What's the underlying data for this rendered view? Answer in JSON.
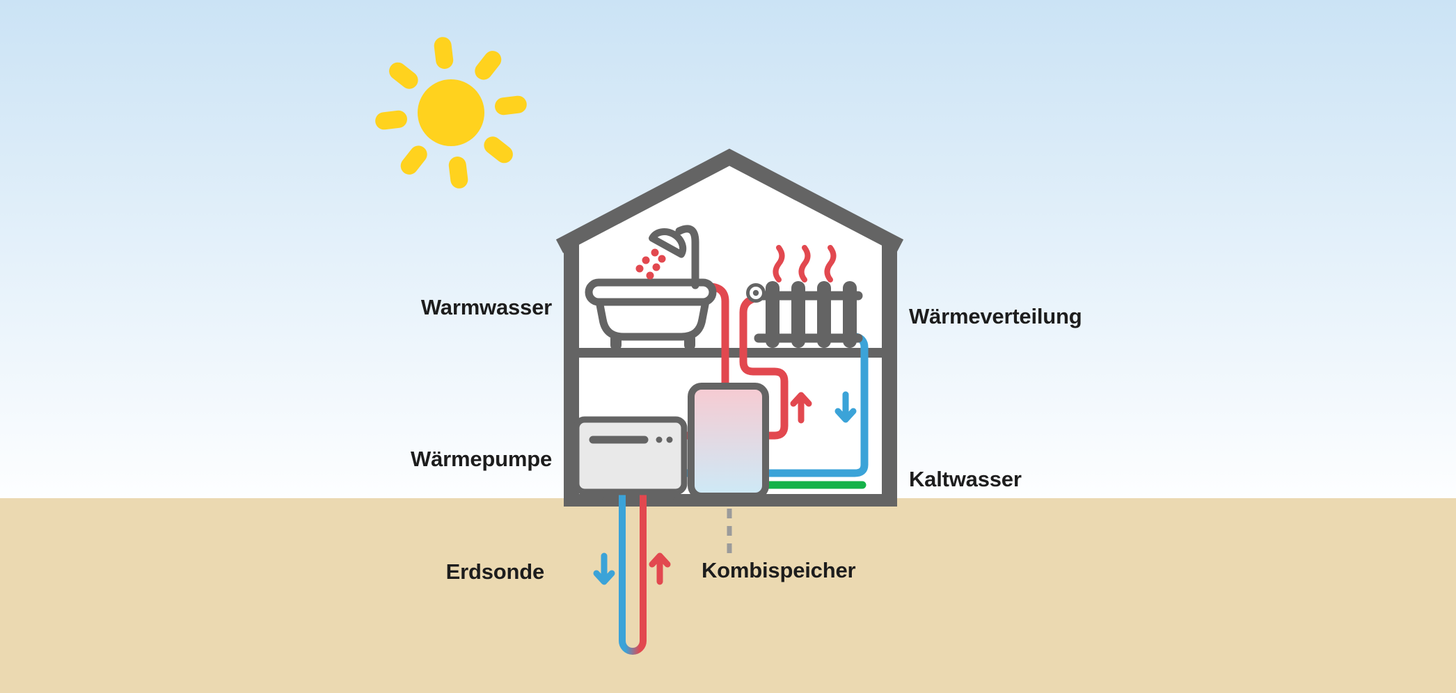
{
  "diagram": {
    "labels": {
      "warm_water": "Warmwasser",
      "heat_distribution": "Wärmeverteilung",
      "heat_pump": "Wärmepumpe",
      "cold_water": "Kaltwasser",
      "ground_probe": "Erdsonde",
      "combi_storage": "Kombispeicher"
    },
    "colors": {
      "hot": "#e2484f",
      "cold": "#3ba3d8",
      "fresh": "#15b249",
      "outline": "#646464",
      "sun": "#ffd21e",
      "sky_top": "#cbe3f5",
      "sky_bottom": "#fdfeff",
      "ground": "#ebd9b1",
      "tank_warm": "#f5ccd3",
      "tank_cool": "#cfe8f5",
      "device_fill": "#e9e9e9",
      "label_text": "#1d1d1d",
      "dashed_connector": "#9b9b9b",
      "house_fill": "#ffffff"
    },
    "icons": {
      "sun-icon": "yellow disc with 8 rounded rays",
      "house-icon": "gray outlined two-storey house with gable roof",
      "bathtub-icon": "outlined bathtub with feet",
      "shower-icon": "tilted shower head with red spray drops",
      "radiator-icon": "four-column radiator with thermostat valve",
      "heat-waves-icon": "three red wavy heat lines",
      "heat-pump-icon": "gray appliance box with vent slot and two dots",
      "storage-tank-icon": "rounded tank with warm-to-cool gradient",
      "up-arrow-icon": "red upward flow arrow",
      "down-arrow-icon": "blue downward flow arrow",
      "ground-probe-icon": "blue/red U-shaped borehole pipe",
      "dashed-connector": "gray dashed leader line"
    }
  }
}
